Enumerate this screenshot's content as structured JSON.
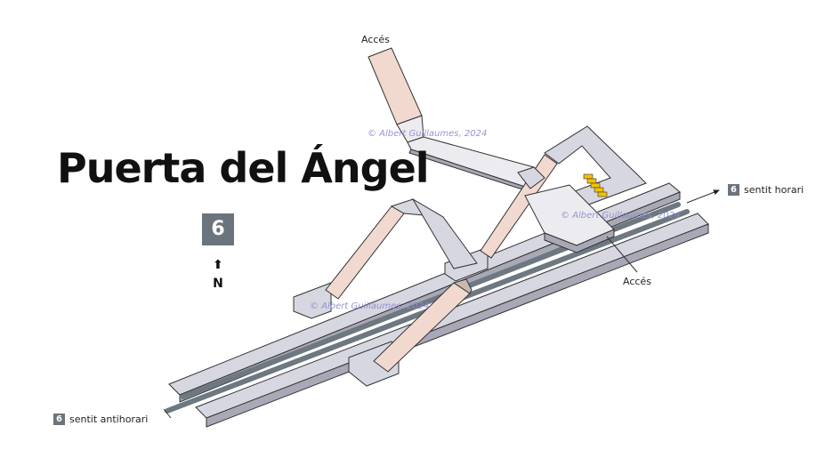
{
  "station": {
    "name": "Puerta del Ángel",
    "line": "6"
  },
  "compass": {
    "arrow": "⬆",
    "label": "N"
  },
  "access_labels": {
    "top": "Accés",
    "right": "Accés"
  },
  "directions": {
    "clockwise": {
      "line": "6",
      "label": "sentit horari"
    },
    "counterclockwise": {
      "line": "6",
      "label": "sentit antihorari"
    }
  },
  "credits": {
    "upper": "© Albert Guillaumes, 2024",
    "middle": "© Albert Guillaumes, 2024",
    "lower": "© Albert Guillaumes, 2024"
  },
  "colors": {
    "line_badge": "#6b747c",
    "track": "#6d7880",
    "platform_top": "#d4d4df",
    "corridor_top": "#f3dcd2",
    "escalator": "#f2c200",
    "credit_text": "#8a8ad0"
  },
  "icons": {
    "escalator": "escalator-icon",
    "direction": "arrow-icon"
  }
}
